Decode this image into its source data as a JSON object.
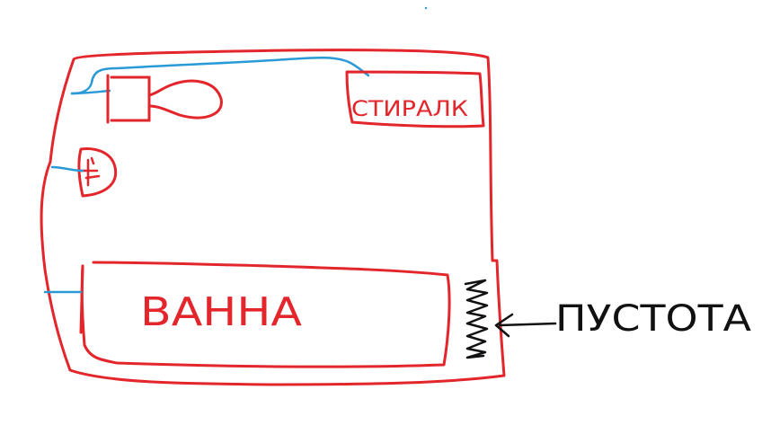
{
  "labels": {
    "washer": "СТИРАЛК",
    "bath": "ВАННА",
    "void": "ПУСТОТА"
  },
  "colors": {
    "walls": "#e3262b",
    "pipes": "#2a9ad6",
    "ink": "#111111",
    "background": "#ffffff"
  }
}
